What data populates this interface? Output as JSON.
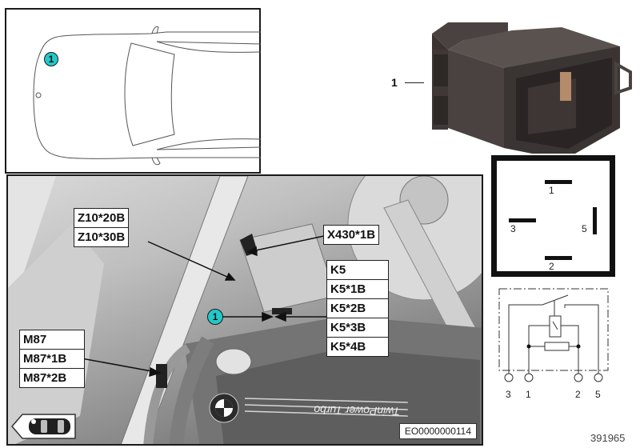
{
  "location_view": {
    "callout": "1",
    "description": "Top view of vehicle with component location marker"
  },
  "relay_photo": {
    "part_number_label": "1",
    "description": "Relay, black plastic housing"
  },
  "pin_layout": {
    "pins": [
      "1",
      "3",
      "5",
      "2"
    ]
  },
  "schematic": {
    "terminals": [
      "3",
      "1",
      "2",
      "5"
    ]
  },
  "document_id": "391965",
  "engine_view": {
    "callout": "1",
    "labels": {
      "z10": [
        "Z10*20B",
        "Z10*30B"
      ],
      "x430": [
        "X430*1B"
      ],
      "k5": [
        "K5",
        "K5*1B",
        "K5*2B",
        "K5*3B",
        "K5*4B"
      ],
      "m87": [
        "M87",
        "M87*1B",
        "M87*2B"
      ]
    },
    "engine_cover_text": "TwinPower Turbo",
    "image_code": "EO0000000114",
    "nav_icon": "car-back-arrow-icon"
  },
  "colors": {
    "callout_fill": "#22c9c9",
    "border": "#1a1a1a"
  }
}
